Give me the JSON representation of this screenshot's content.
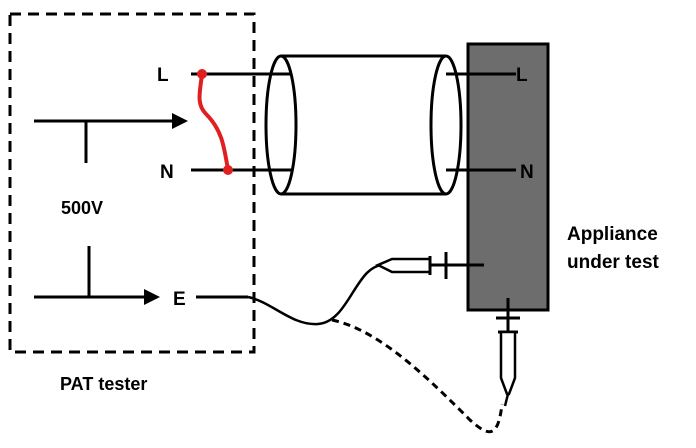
{
  "diagram": {
    "terminals": {
      "tester_live": "L",
      "tester_neutral": "N",
      "tester_earth": "E",
      "appliance_live": "L",
      "appliance_neutral": "N"
    },
    "voltage_label": "500V",
    "tester_label": "PAT tester",
    "appliance_label_line1": "Appliance",
    "appliance_label_line2": "under test",
    "colors": {
      "wire": "#000000",
      "link": "#e02020",
      "appliance_fill": "#6d6d6d"
    }
  }
}
